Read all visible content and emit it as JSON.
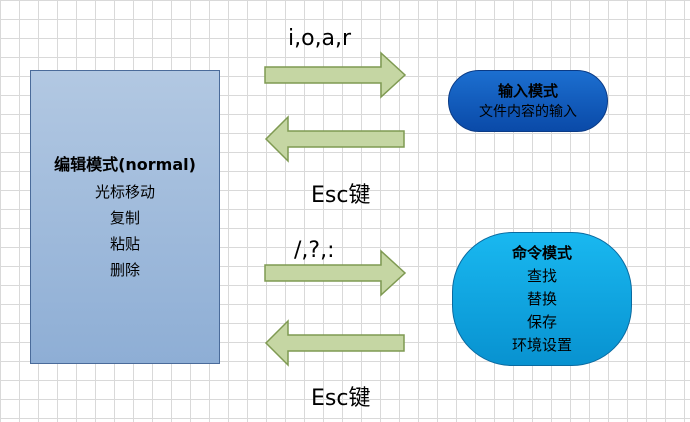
{
  "edit_mode": {
    "title": "编辑模式(normal)",
    "lines": [
      "光标移动",
      "复制",
      "粘贴",
      "删除"
    ]
  },
  "insert_mode": {
    "title": "输入模式",
    "lines": [
      "文件内容的输入"
    ]
  },
  "command_mode": {
    "title": "命令模式",
    "lines": [
      "查找",
      "替换",
      "保存",
      "环境设置"
    ]
  },
  "arrows": {
    "to_insert_label": "i,o,a,r",
    "from_insert_label": "Esc键",
    "to_command_label": "/,?,:",
    "from_command_label": "Esc键"
  },
  "colors": {
    "edit_box": "#9db9dc",
    "insert_box": "#0d56b8",
    "command_box": "#12a8e6",
    "arrow_fill": "#c5d6a3",
    "arrow_stroke": "#7f9a52"
  }
}
